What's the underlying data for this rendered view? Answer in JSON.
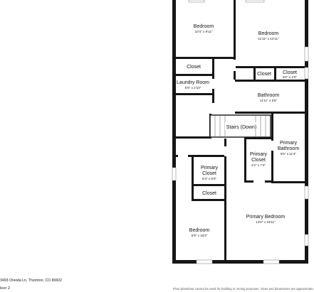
{
  "rooms": {
    "bedroom_top_left": {
      "name": "Bedroom",
      "dims": "10'4\" x 9'11\""
    },
    "bedroom_top_right": {
      "name": "Bedroom",
      "dims": "11'11\" x 12'11\""
    },
    "closet_upper_left": {
      "name": "Closet"
    },
    "laundry_room": {
      "name": "Laundry Room",
      "dims": "6'5\" x 2'10\""
    },
    "closet_a": {
      "name": "Closet"
    },
    "closet_b": {
      "name": "Closet",
      "dims": "5'0\" x 2'0\""
    },
    "bathroom": {
      "name": "Bathroom",
      "dims": "11'11\" x 5'6\""
    },
    "stairs": {
      "name": "Stairs (Down)"
    },
    "primary_bathroom": {
      "name_line1": "Primary",
      "name_line2": "Bathroom",
      "dims": "5'5\" x 11'4\""
    },
    "primary_closet_right": {
      "name_line1": "Primary",
      "name_line2": "Closet",
      "dims": "4'2\" x 7'4\""
    },
    "primary_closet_left": {
      "name_line1": "Primary",
      "name_line2": "Closet",
      "dims": "5'3\" x 5'0\""
    },
    "closet_lower": {
      "name": "Closet"
    },
    "primary_bedroom": {
      "name": "Primary Bedroom",
      "dims": "13'6\" x 19'11\""
    },
    "bedroom_bottom": {
      "name": "Bedroom",
      "dims": "6'9\" x 18'2\""
    }
  },
  "footer": {
    "address": "3493 Oneida Ln, Thornton, CO 80602",
    "floor": "loor 2",
    "disclaimer": "Floor plans/tour cannot be used for building or zoning purposes. Sizes and dimensions are approximate."
  }
}
